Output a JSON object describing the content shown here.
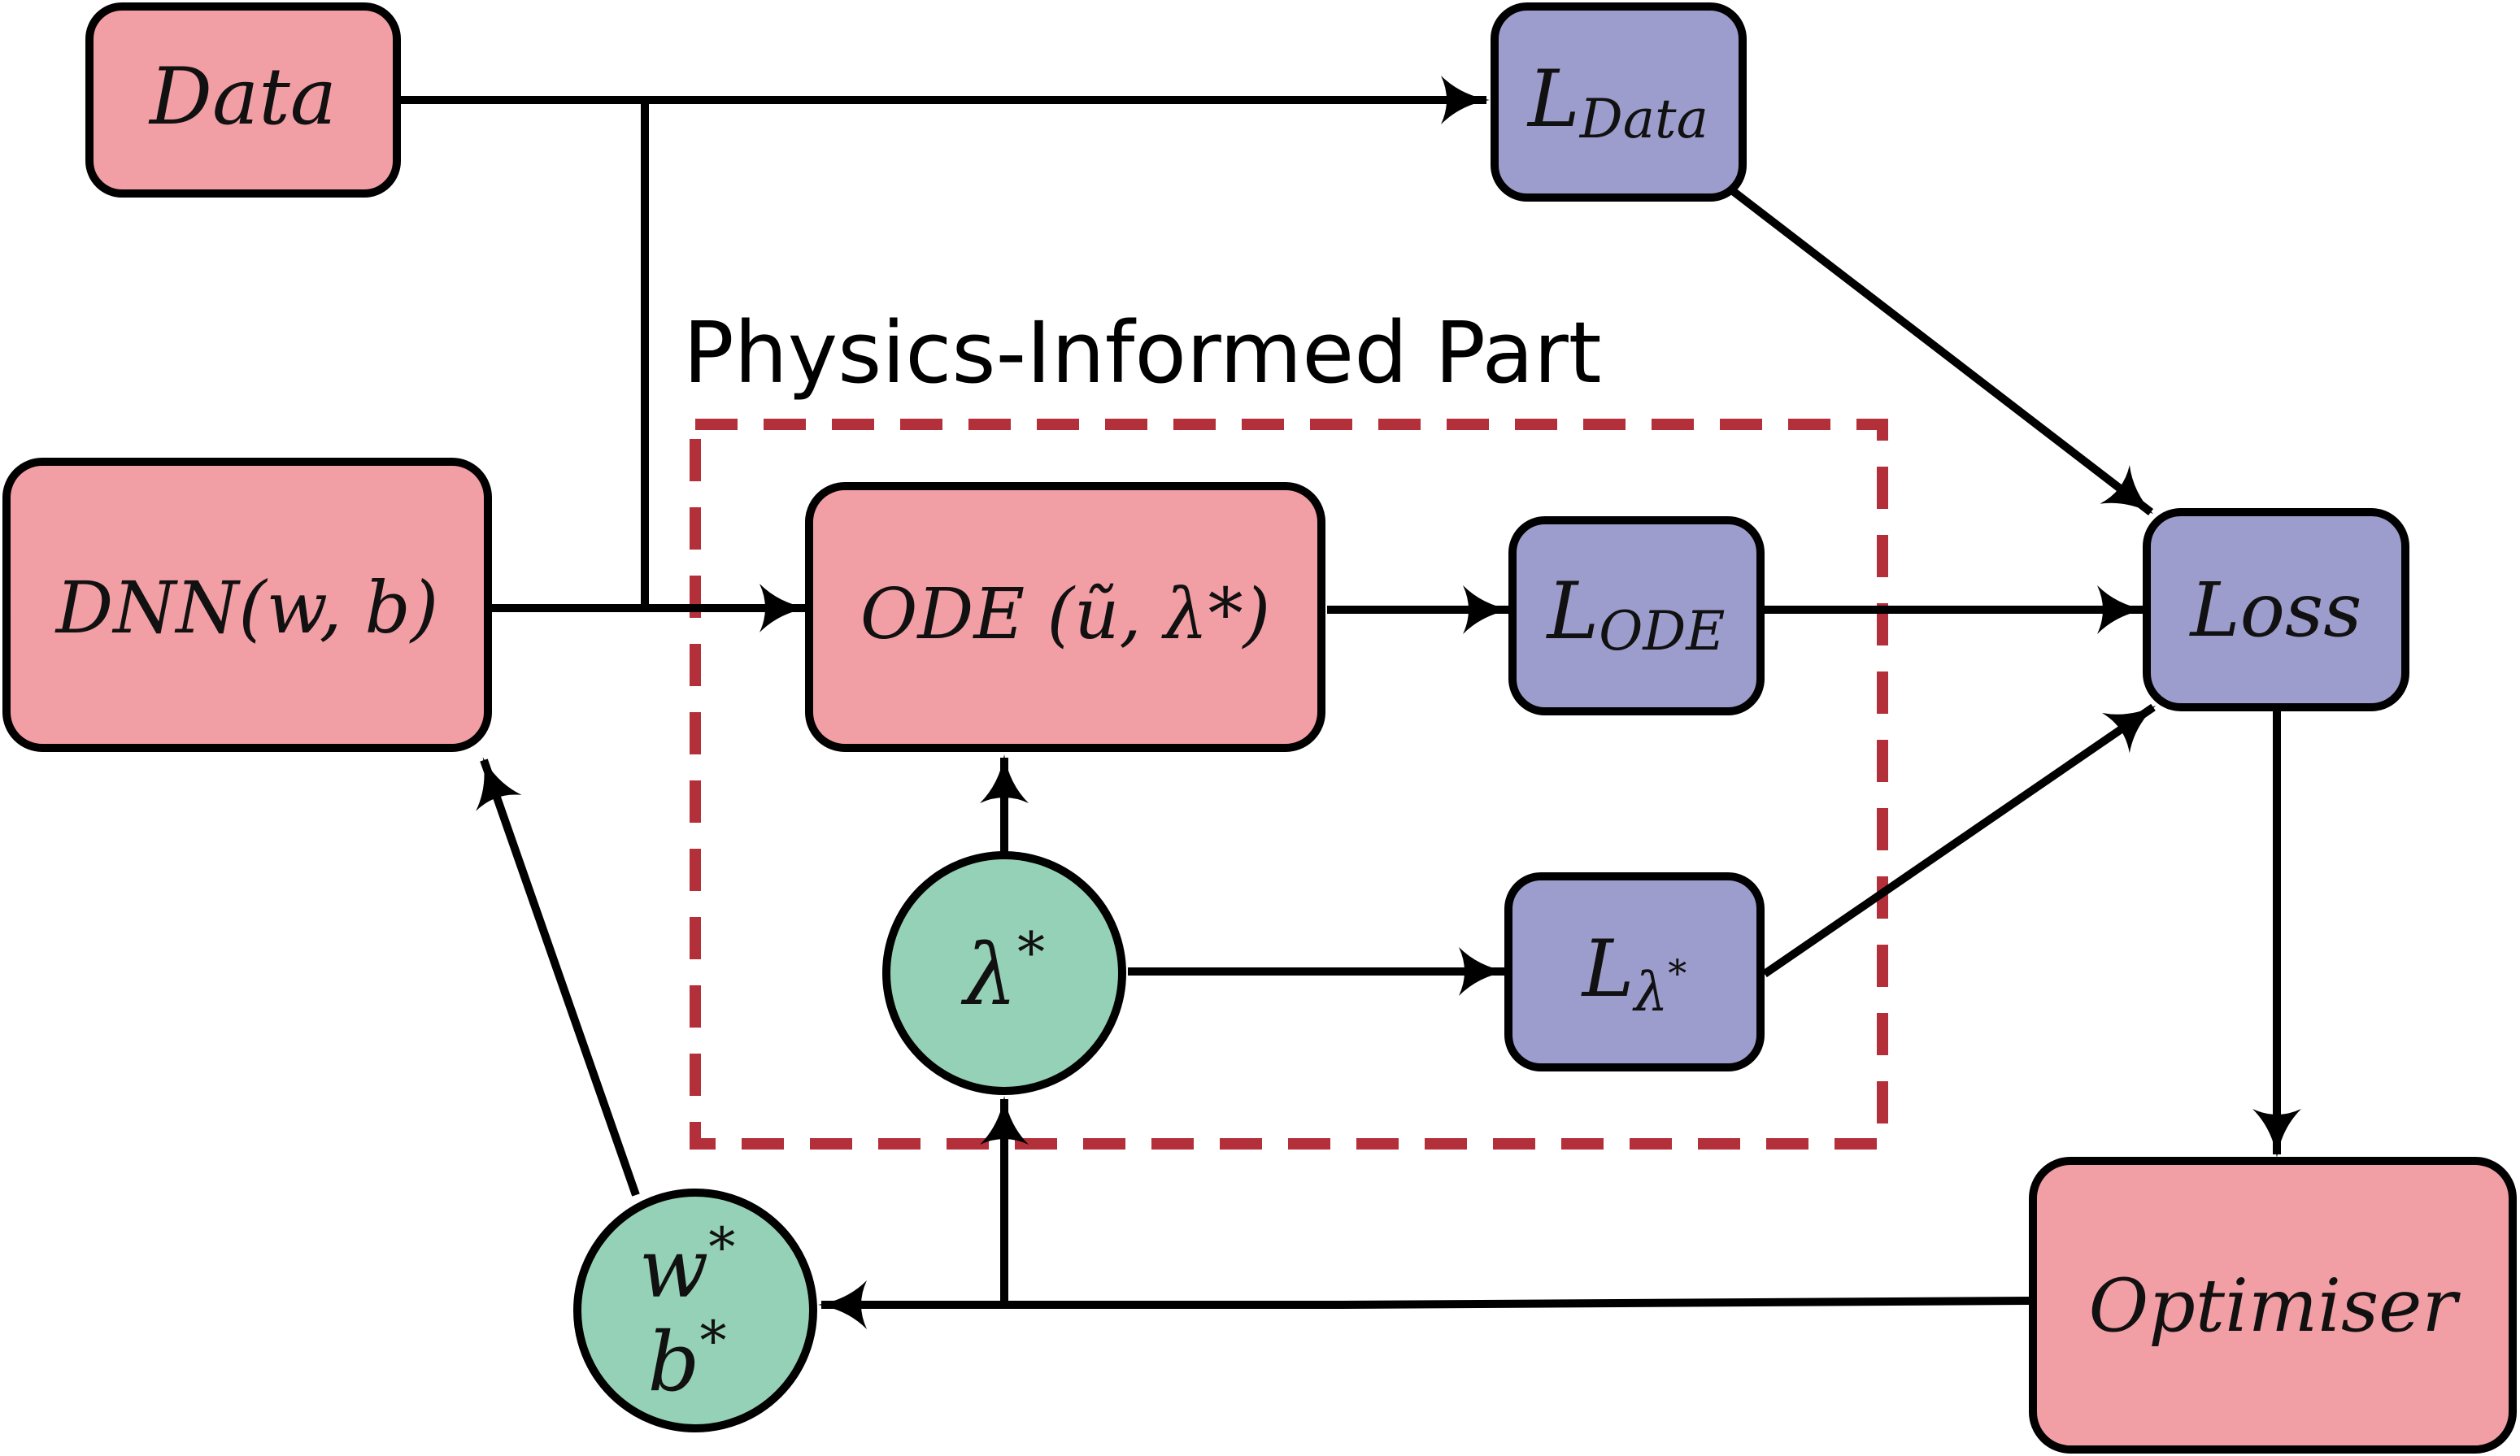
{
  "colors": {
    "pink": "#f29ea5",
    "purple": "#9d9dcd",
    "green": "#95d1b6",
    "stroke": "#000000",
    "dashed": "#b3303a"
  },
  "region": {
    "label": "Physics-Informed Part"
  },
  "nodes": {
    "data": {
      "label": "Data"
    },
    "l_data": {
      "base": "L",
      "sub": "Data"
    },
    "dnn": {
      "label": "DNN(w, b)"
    },
    "ode": {
      "label": "ODE (ũ, λ*)"
    },
    "l_ode": {
      "base": "L",
      "sub": "ODE"
    },
    "loss": {
      "label": "Loss"
    },
    "lambda": {
      "base": "λ",
      "sup": "*"
    },
    "l_lambda": {
      "base": "L",
      "sub": "λ",
      "subsup": "*"
    },
    "optimiser": {
      "label": "Optimiser"
    },
    "wb": {
      "w": "w",
      "w_sup": "*",
      "b": "b",
      "b_sup": "*"
    }
  }
}
